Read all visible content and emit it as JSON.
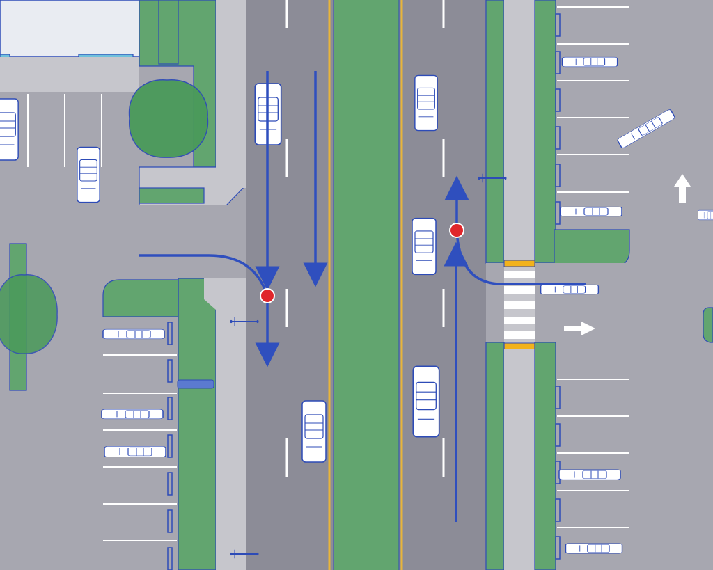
{
  "colors": {
    "parking_lot": "#a7a7b0",
    "road": "#8c8c97",
    "median": "#62a56f",
    "landscape": "#62a56f",
    "sidewalk": "#c6c6cc",
    "building": "#e9ecf2",
    "building_trim": "#6fc0dc",
    "outline": "#2d4bb7",
    "centerline": "#e8b53a",
    "lane_marking": "#ffffff",
    "movement_arrow": "#2f4fbe",
    "conflict_point": "#e0262b",
    "tree": "#4a9a5a",
    "crosswalk_bar": "#ffffff",
    "crosswalk_edge": "#f2b21b",
    "vehicle": "#ffffff"
  },
  "legend_items": [],
  "scene": {
    "movements": [
      {
        "id": "southbound-through-left-lane",
        "kind": "through"
      },
      {
        "id": "southbound-through-right-lane",
        "kind": "through"
      },
      {
        "id": "westside-driveway-right-turn-out",
        "kind": "turn"
      },
      {
        "id": "northbound-through",
        "kind": "through"
      },
      {
        "id": "eastside-driveway-left-turn-out",
        "kind": "turn"
      }
    ],
    "conflict_points": 2,
    "icons": [
      "scooter-icon",
      "scooter-icon",
      "scooter-icon",
      "straight-arrow-icon",
      "right-arrow-icon"
    ]
  }
}
